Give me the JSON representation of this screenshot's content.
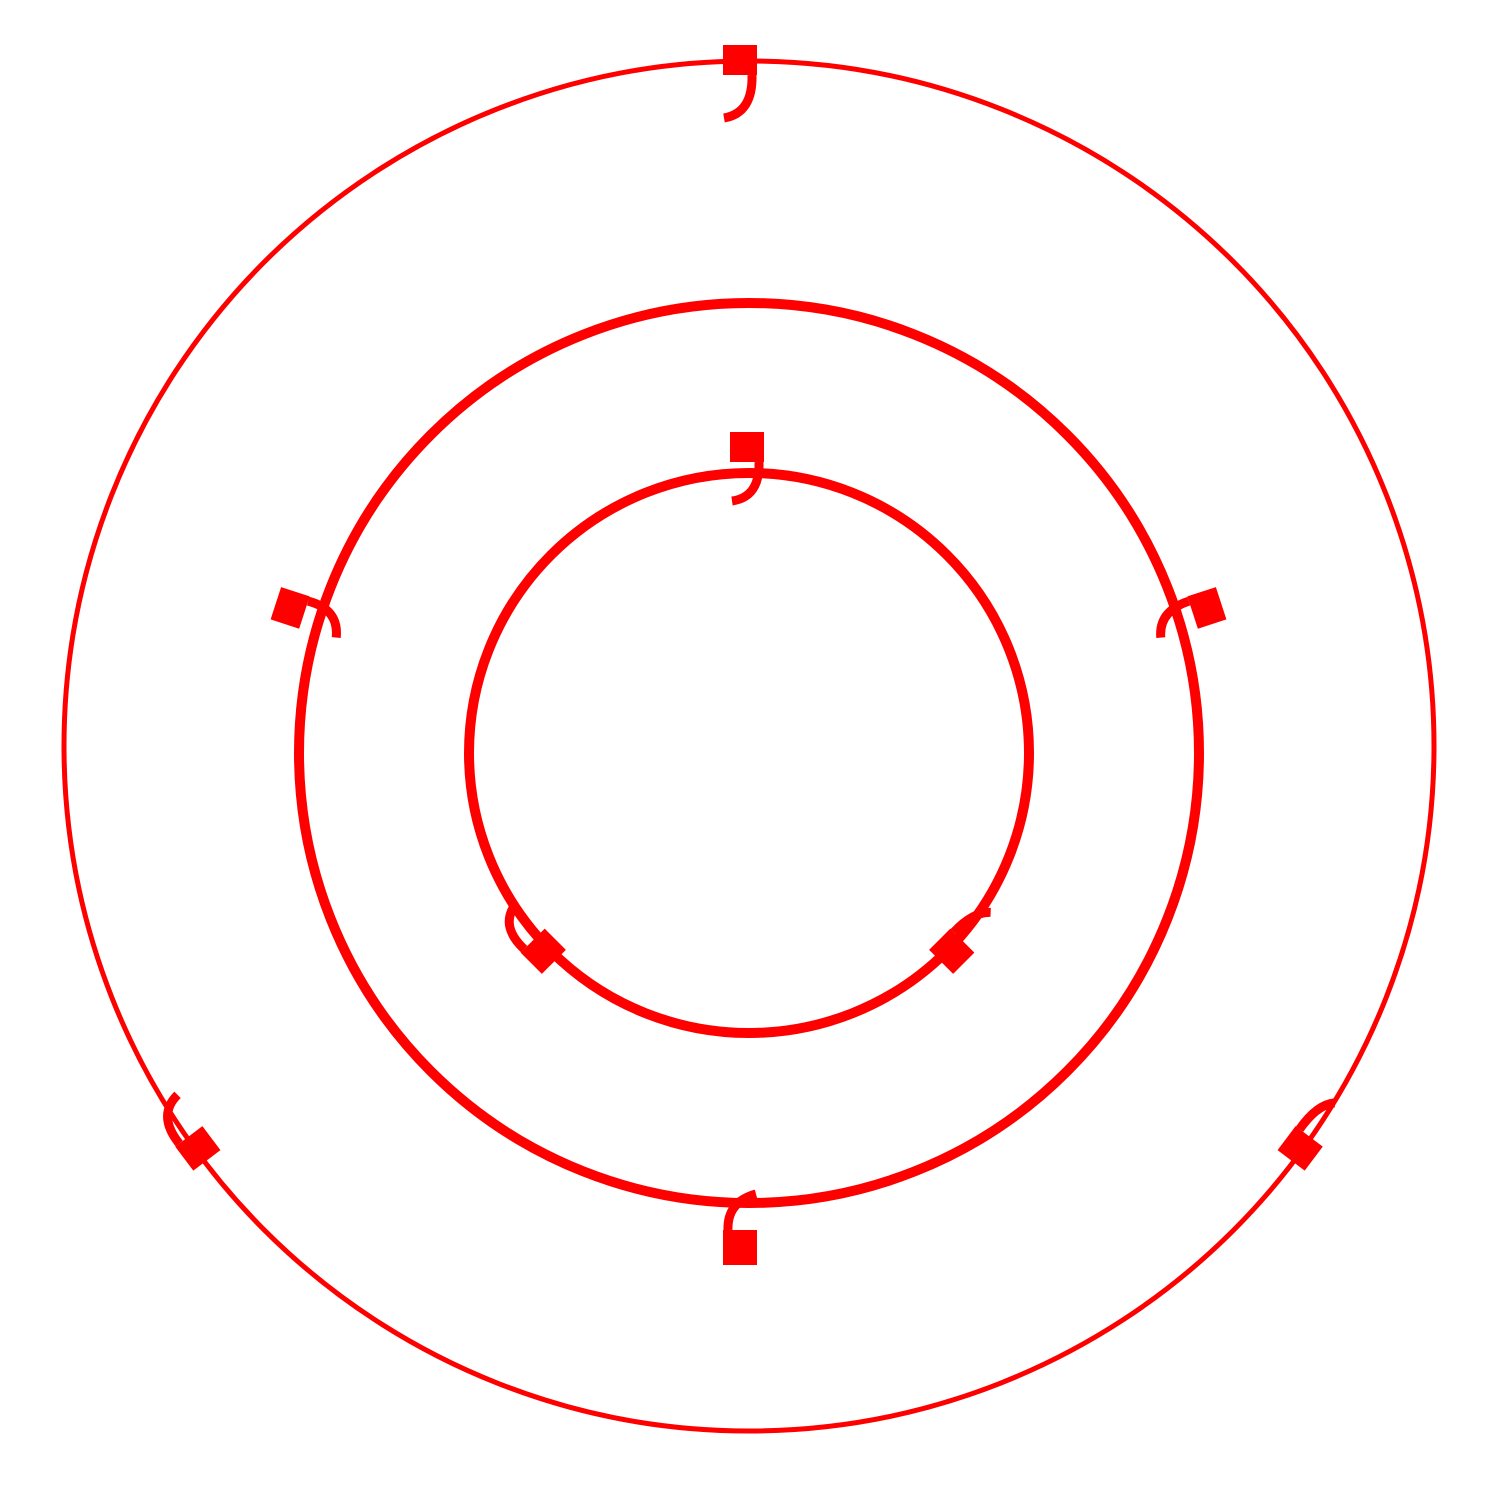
{
  "colors": {
    "stroke": "#ff0000",
    "background": "#ffffff"
  },
  "rings": [
    {
      "name": "outer-ring",
      "marks": [
        {
          "name": "outer-ring-mark-top",
          "glyph": "hook-down"
        },
        {
          "name": "outer-ring-mark-lower-left",
          "glyph": "hook-up"
        },
        {
          "name": "outer-ring-mark-lower-right",
          "glyph": "hook-up"
        }
      ]
    },
    {
      "name": "middle-ring",
      "marks": [
        {
          "name": "middle-ring-mark-upper-left",
          "glyph": "hook-down"
        },
        {
          "name": "middle-ring-mark-upper-right",
          "glyph": "hook-down"
        },
        {
          "name": "middle-ring-mark-bottom",
          "glyph": "hook-up"
        }
      ]
    },
    {
      "name": "inner-ring",
      "marks": [
        {
          "name": "inner-ring-mark-top",
          "glyph": "hook-down"
        },
        {
          "name": "inner-ring-mark-lower-left",
          "glyph": "hook-up"
        },
        {
          "name": "inner-ring-mark-lower-right",
          "glyph": "hook-up"
        }
      ]
    }
  ]
}
